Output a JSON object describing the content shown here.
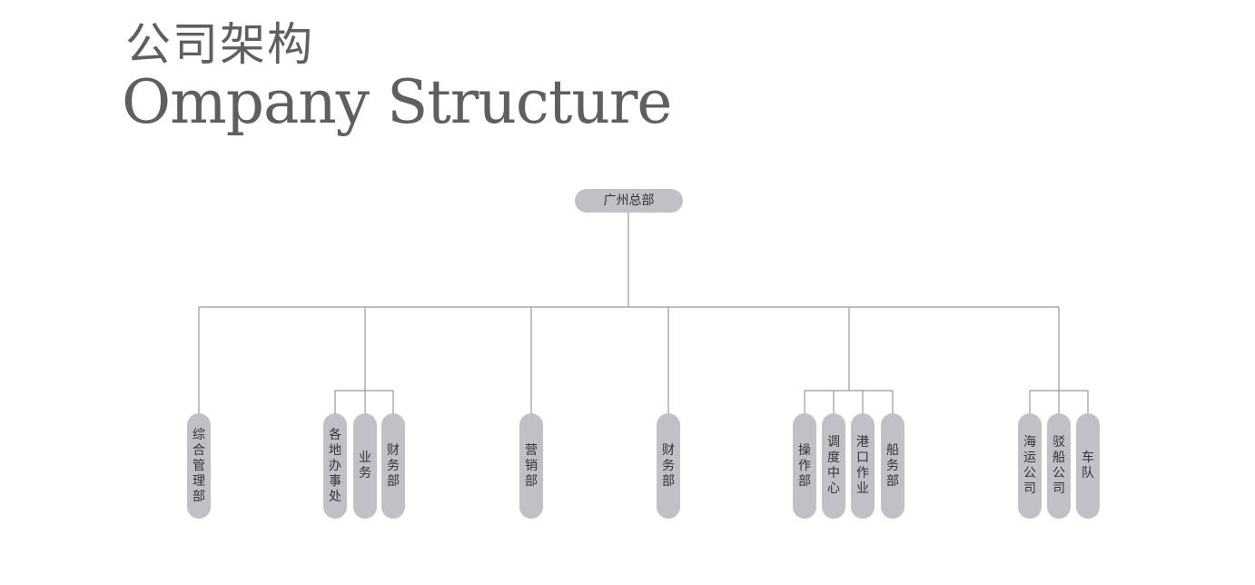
{
  "title_cn": "公司架构",
  "title_en": "Ompany Structure",
  "root": "广州总部",
  "nodes": {
    "n1": "综合管理部",
    "n2": "各地办事处",
    "n3": "业务",
    "n4": "财务部",
    "n5": "营销部",
    "n6": "财务部",
    "n7": "操作部",
    "n8": "调度中心",
    "n9": "港口作业",
    "n10": "船务部",
    "n11": "海运公司",
    "n12": "驳船公司",
    "n13": "车队"
  },
  "colors": {
    "node_fill": "#c0c1c6",
    "line": "#9a9a9a",
    "title": "#5f5f5f",
    "node_text": "#333333"
  }
}
